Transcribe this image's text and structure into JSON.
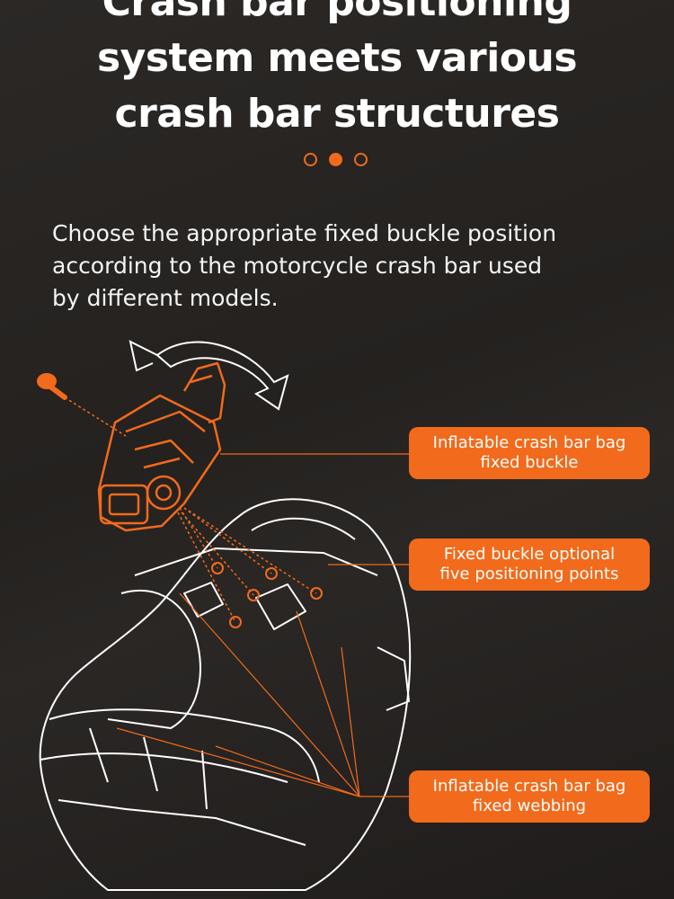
{
  "title": {
    "lines": [
      "Crash bar positioning",
      "system meets various",
      "crash bar structures"
    ]
  },
  "description": {
    "lines": [
      "Choose the appropriate fixed buckle position",
      "according to the motorcycle crash bar used",
      "by different models."
    ]
  },
  "callouts": [
    {
      "lines": [
        "Inflatable crash bar bag",
        "fixed buckle"
      ]
    },
    {
      "lines": [
        "Fixed buckle optional",
        "five positioning points"
      ]
    },
    {
      "lines": [
        "Inflatable crash bar bag",
        "fixed webbing"
      ]
    }
  ],
  "colors": {
    "accent": "#f26a1b",
    "line": "#ffffff",
    "background": "#26231f"
  },
  "icons": [
    "rotate-arrow-icon",
    "screw-icon"
  ]
}
